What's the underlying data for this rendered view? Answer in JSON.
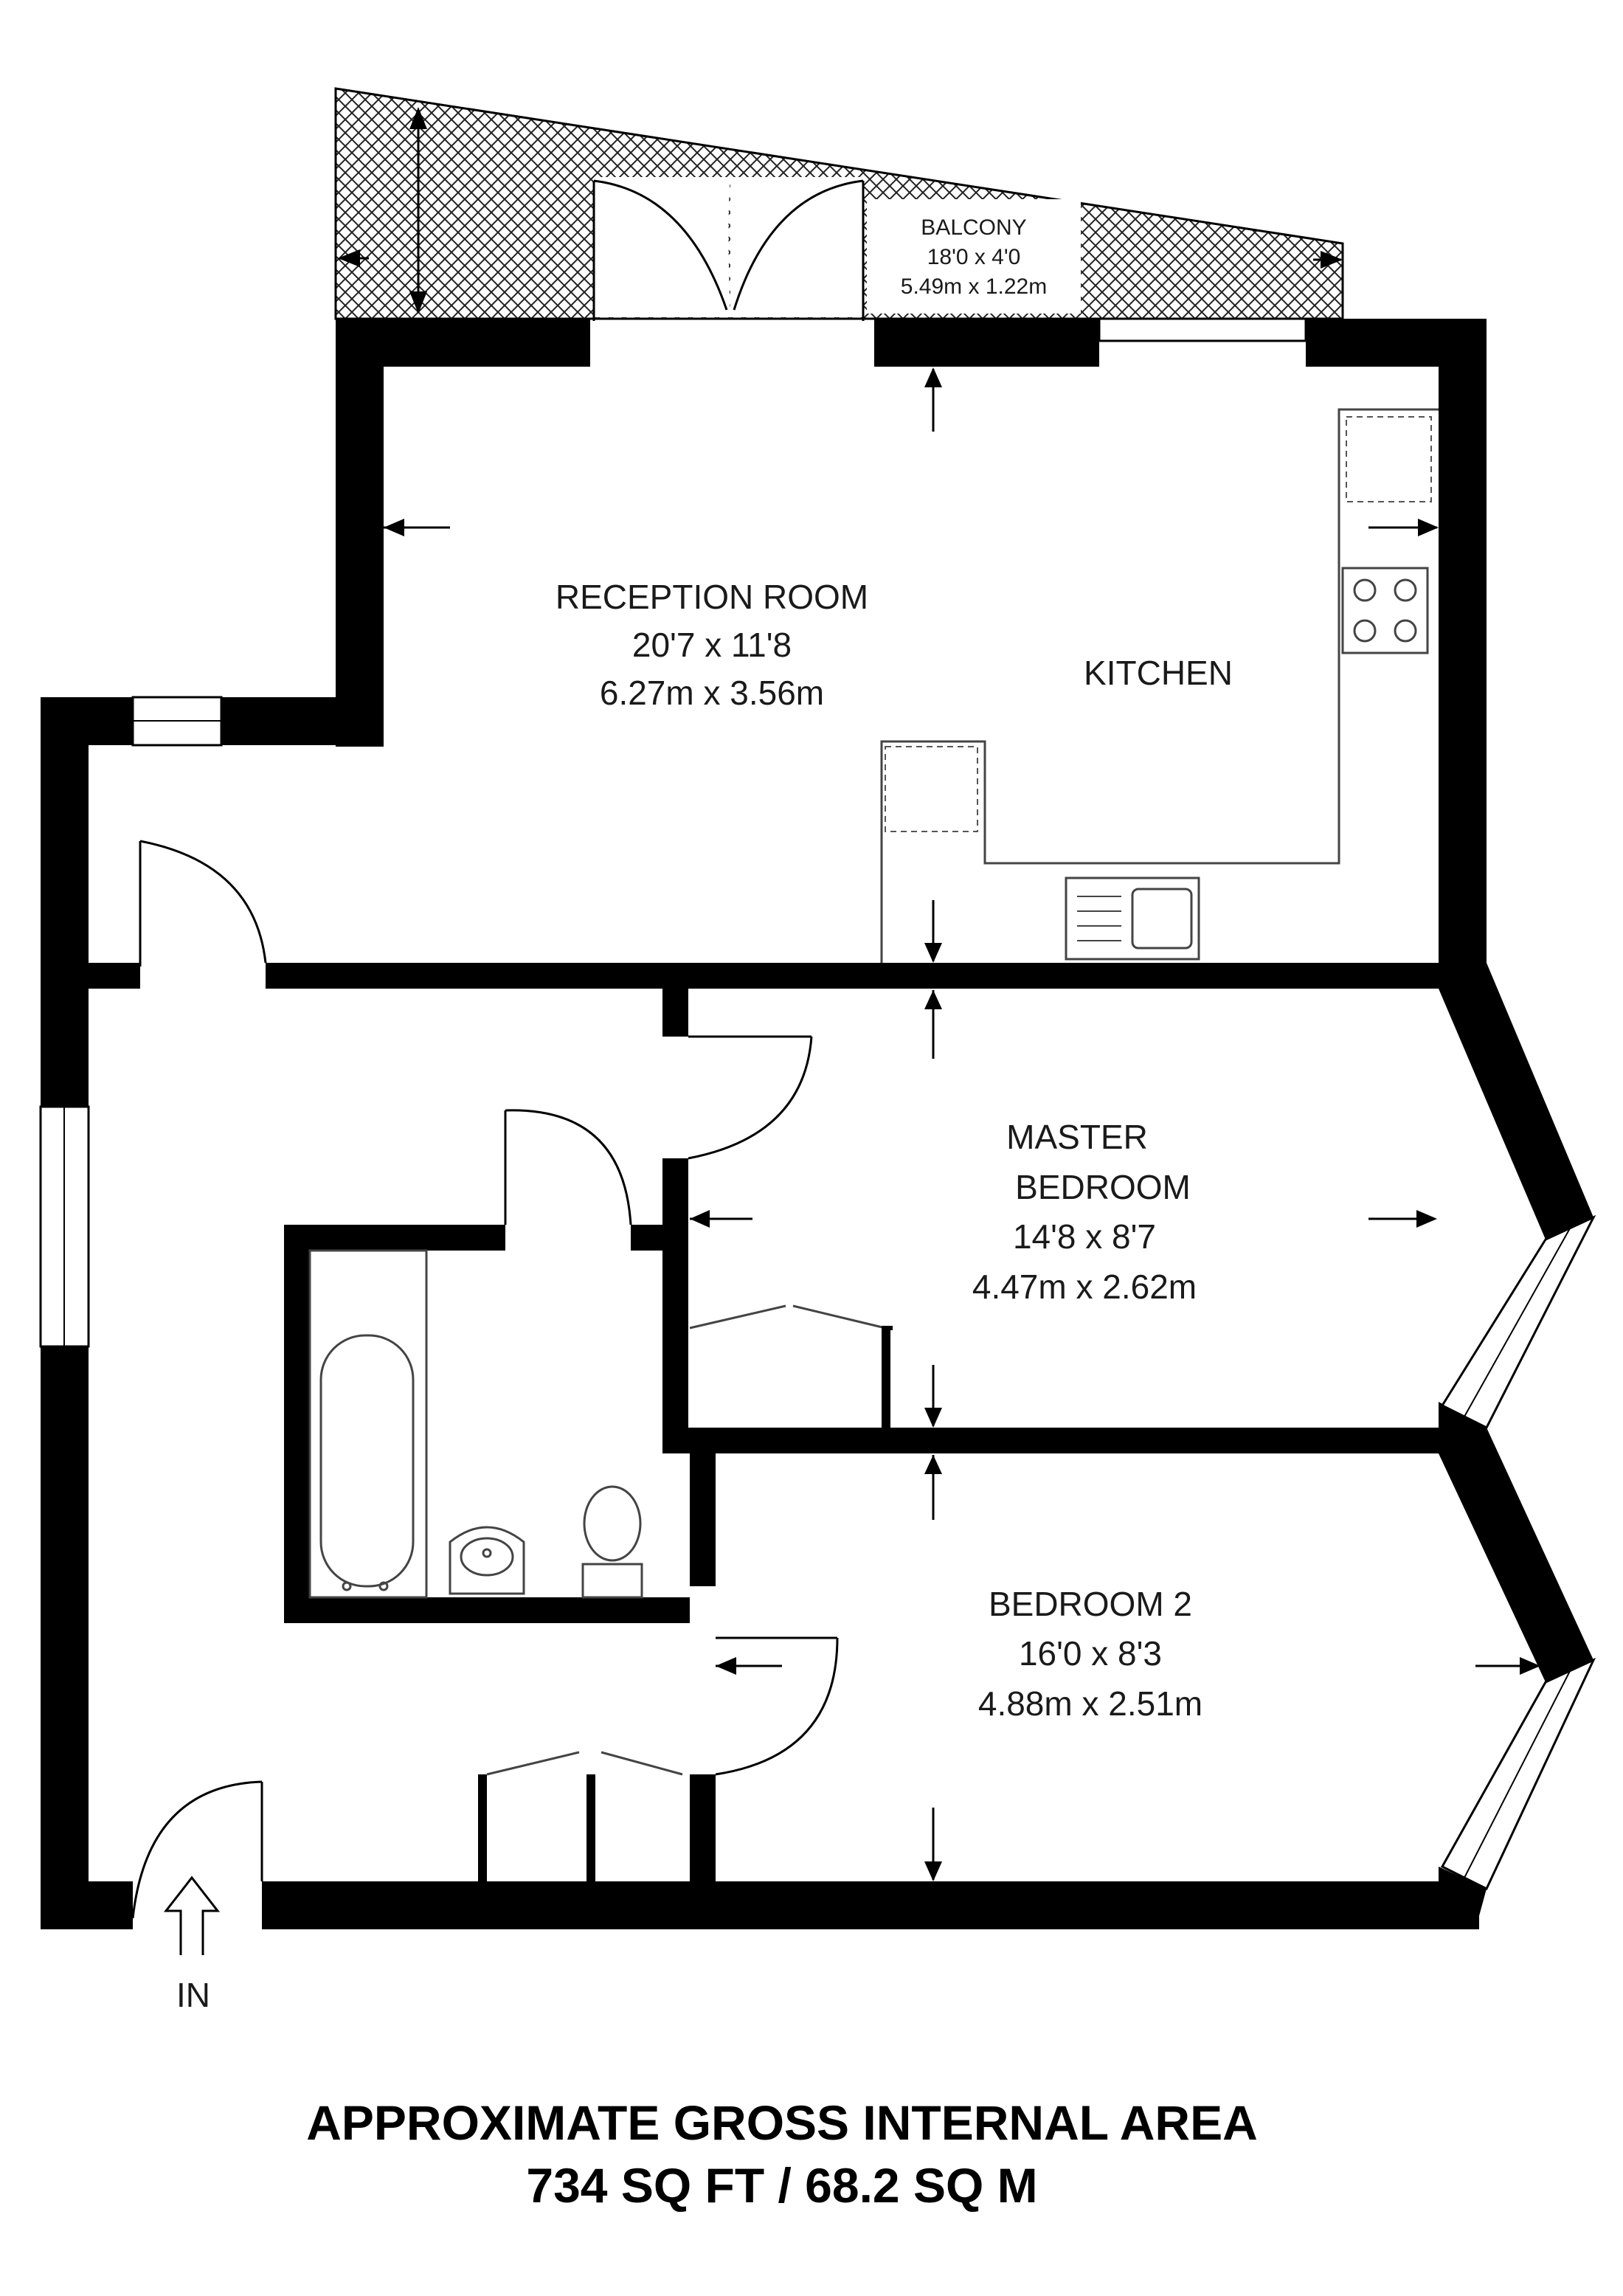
{
  "balcony": {
    "name": "BALCONY",
    "size_imperial": "18'0 x 4'0",
    "size_metric": "5.49m x 1.22m"
  },
  "reception": {
    "name": "RECEPTION ROOM",
    "size_imperial": "20'7 x 11'8",
    "size_metric": "6.27m x 3.56m"
  },
  "kitchen": {
    "name": "KITCHEN"
  },
  "master_bedroom": {
    "name_line1": "MASTER",
    "name_line2": "BEDROOM",
    "size_imperial": "14'8 x 8'7",
    "size_metric": "4.47m x 2.62m"
  },
  "bedroom2": {
    "name": "BEDROOM 2",
    "size_imperial": "16'0 x 8'3",
    "size_metric": "4.88m x 2.51m"
  },
  "entrance": {
    "label": "IN"
  },
  "area": {
    "title": "APPROXIMATE GROSS INTERNAL AREA",
    "value": "734 SQ FT / 68.2 SQ M"
  }
}
